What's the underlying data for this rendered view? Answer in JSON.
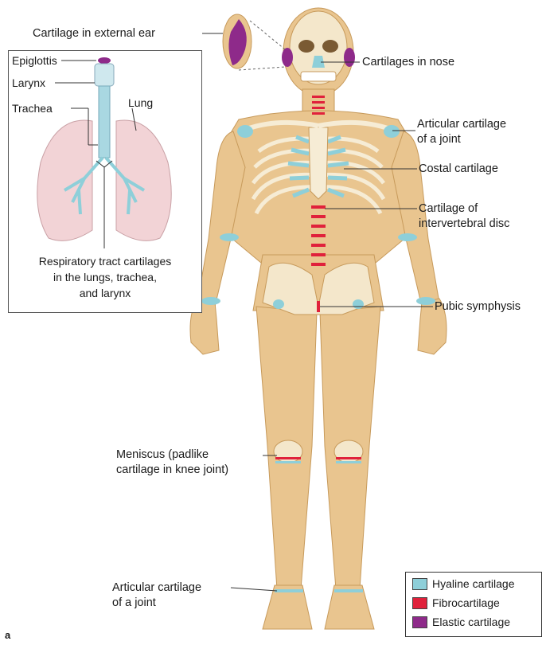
{
  "labels": {
    "external_ear": "Cartilage in external ear",
    "nose": "Cartilages in nose",
    "articular_joint_top_1": "Articular cartilage",
    "articular_joint_top_2": "of a joint",
    "costal": "Costal cartilage",
    "intervertebral_1": "Cartilage of",
    "intervertebral_2": "intervertebral disc",
    "pubic": "Pubic symphysis",
    "meniscus_1": "Meniscus (padlike",
    "meniscus_2": "cartilage in knee joint)",
    "articular_joint_bottom_1": "Articular cartilage",
    "articular_joint_bottom_2": "of a joint"
  },
  "inset": {
    "epiglottis": "Epiglottis",
    "larynx": "Larynx",
    "trachea": "Trachea",
    "lung": "Lung",
    "caption_1": "Respiratory tract cartilages",
    "caption_2": "in the lungs, trachea,",
    "caption_3": "and larynx"
  },
  "legend": [
    {
      "label": "Hyaline cartilage",
      "color": "#8ecfd9"
    },
    {
      "label": "Fibrocartilage",
      "color": "#e0213b"
    },
    {
      "label": "Elastic cartilage",
      "color": "#8e2a8a"
    }
  ],
  "figure_letter": "a"
}
